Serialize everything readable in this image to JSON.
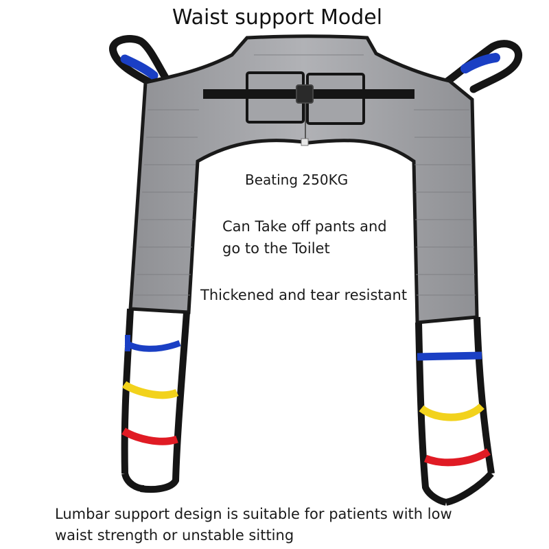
{
  "title": "Waist support Model",
  "features": {
    "load": "Beating 250KG",
    "toilet_line1": "Can Take off pants and",
    "toilet_line2": "go to the Toilet",
    "material": "Thickened and tear resistant"
  },
  "footer": {
    "line1": "Lumbar support design is suitable for patients with low",
    "line2": "waist strength or unstable sitting"
  },
  "colors": {
    "fabric": "#9a9b9f",
    "fabric_light": "#b4b5b9",
    "edge_binding": "#1a1a1a",
    "loop_blue": "#1a3fc4",
    "loop_yellow": "#f2d21c",
    "loop_red": "#e01b24",
    "background": "#ffffff"
  }
}
